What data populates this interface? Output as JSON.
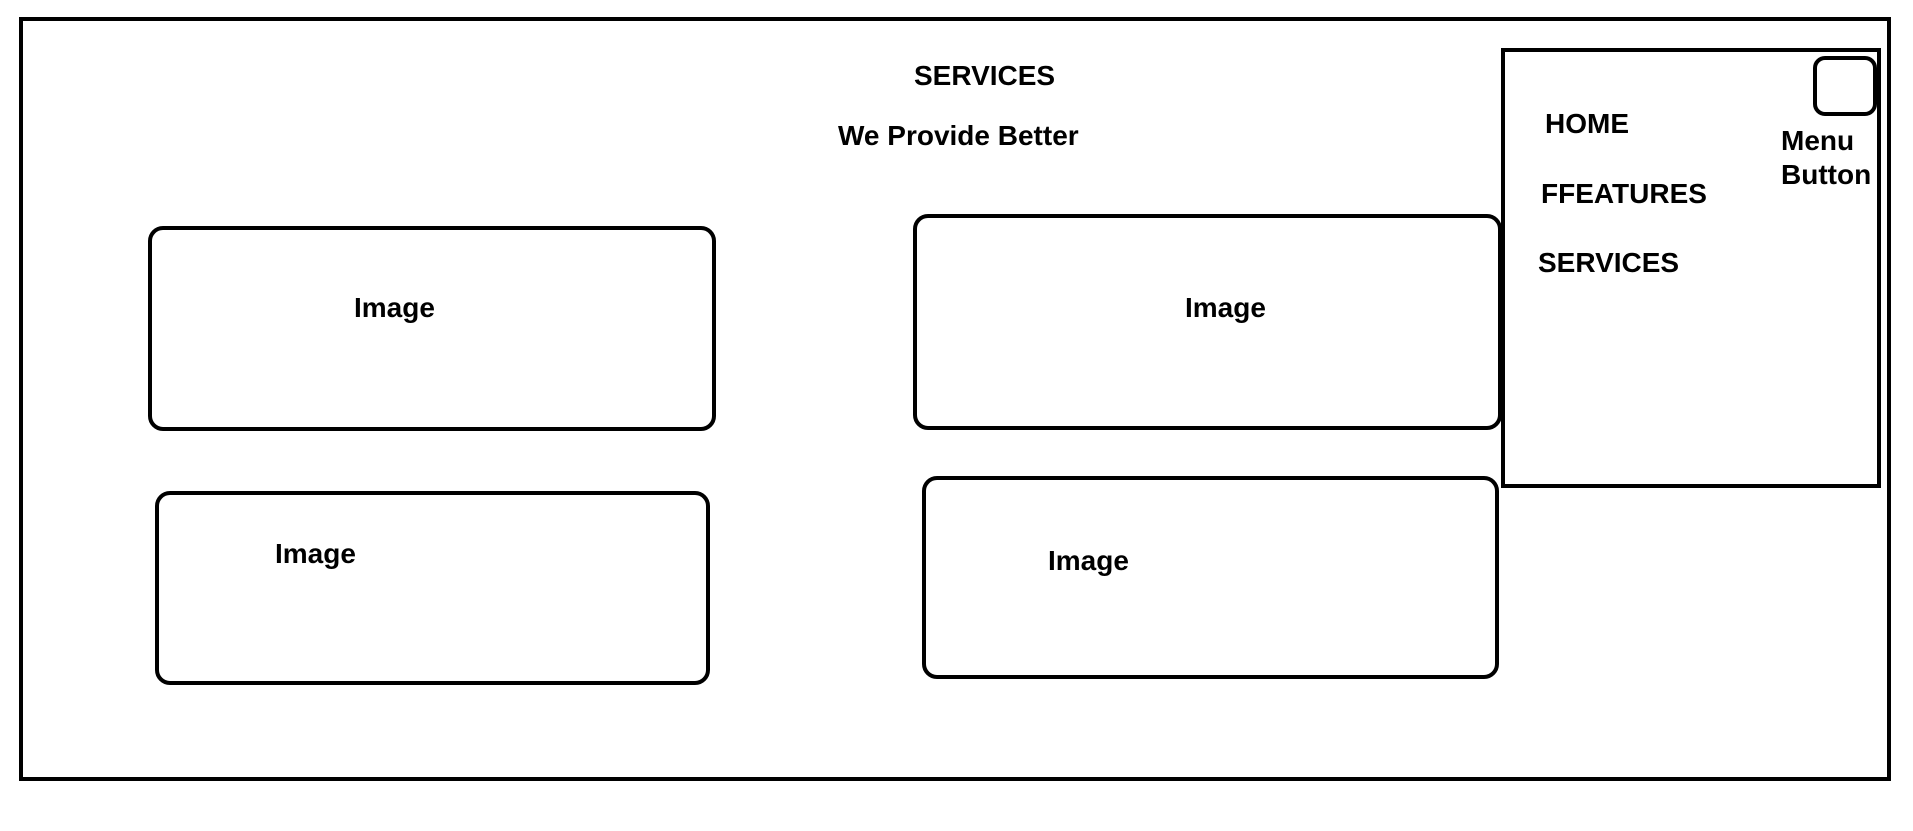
{
  "header": {
    "title": "SERVICES",
    "subtitle": "We Provide Better"
  },
  "cards": [
    {
      "label": "Image"
    },
    {
      "label": "Image"
    },
    {
      "label": "Image"
    },
    {
      "label": "Image"
    }
  ],
  "menu": {
    "items": [
      {
        "label": "HOME"
      },
      {
        "label": "FFEATURES"
      },
      {
        "label": "SERVICES"
      }
    ],
    "button_caption": "Menu Button"
  }
}
